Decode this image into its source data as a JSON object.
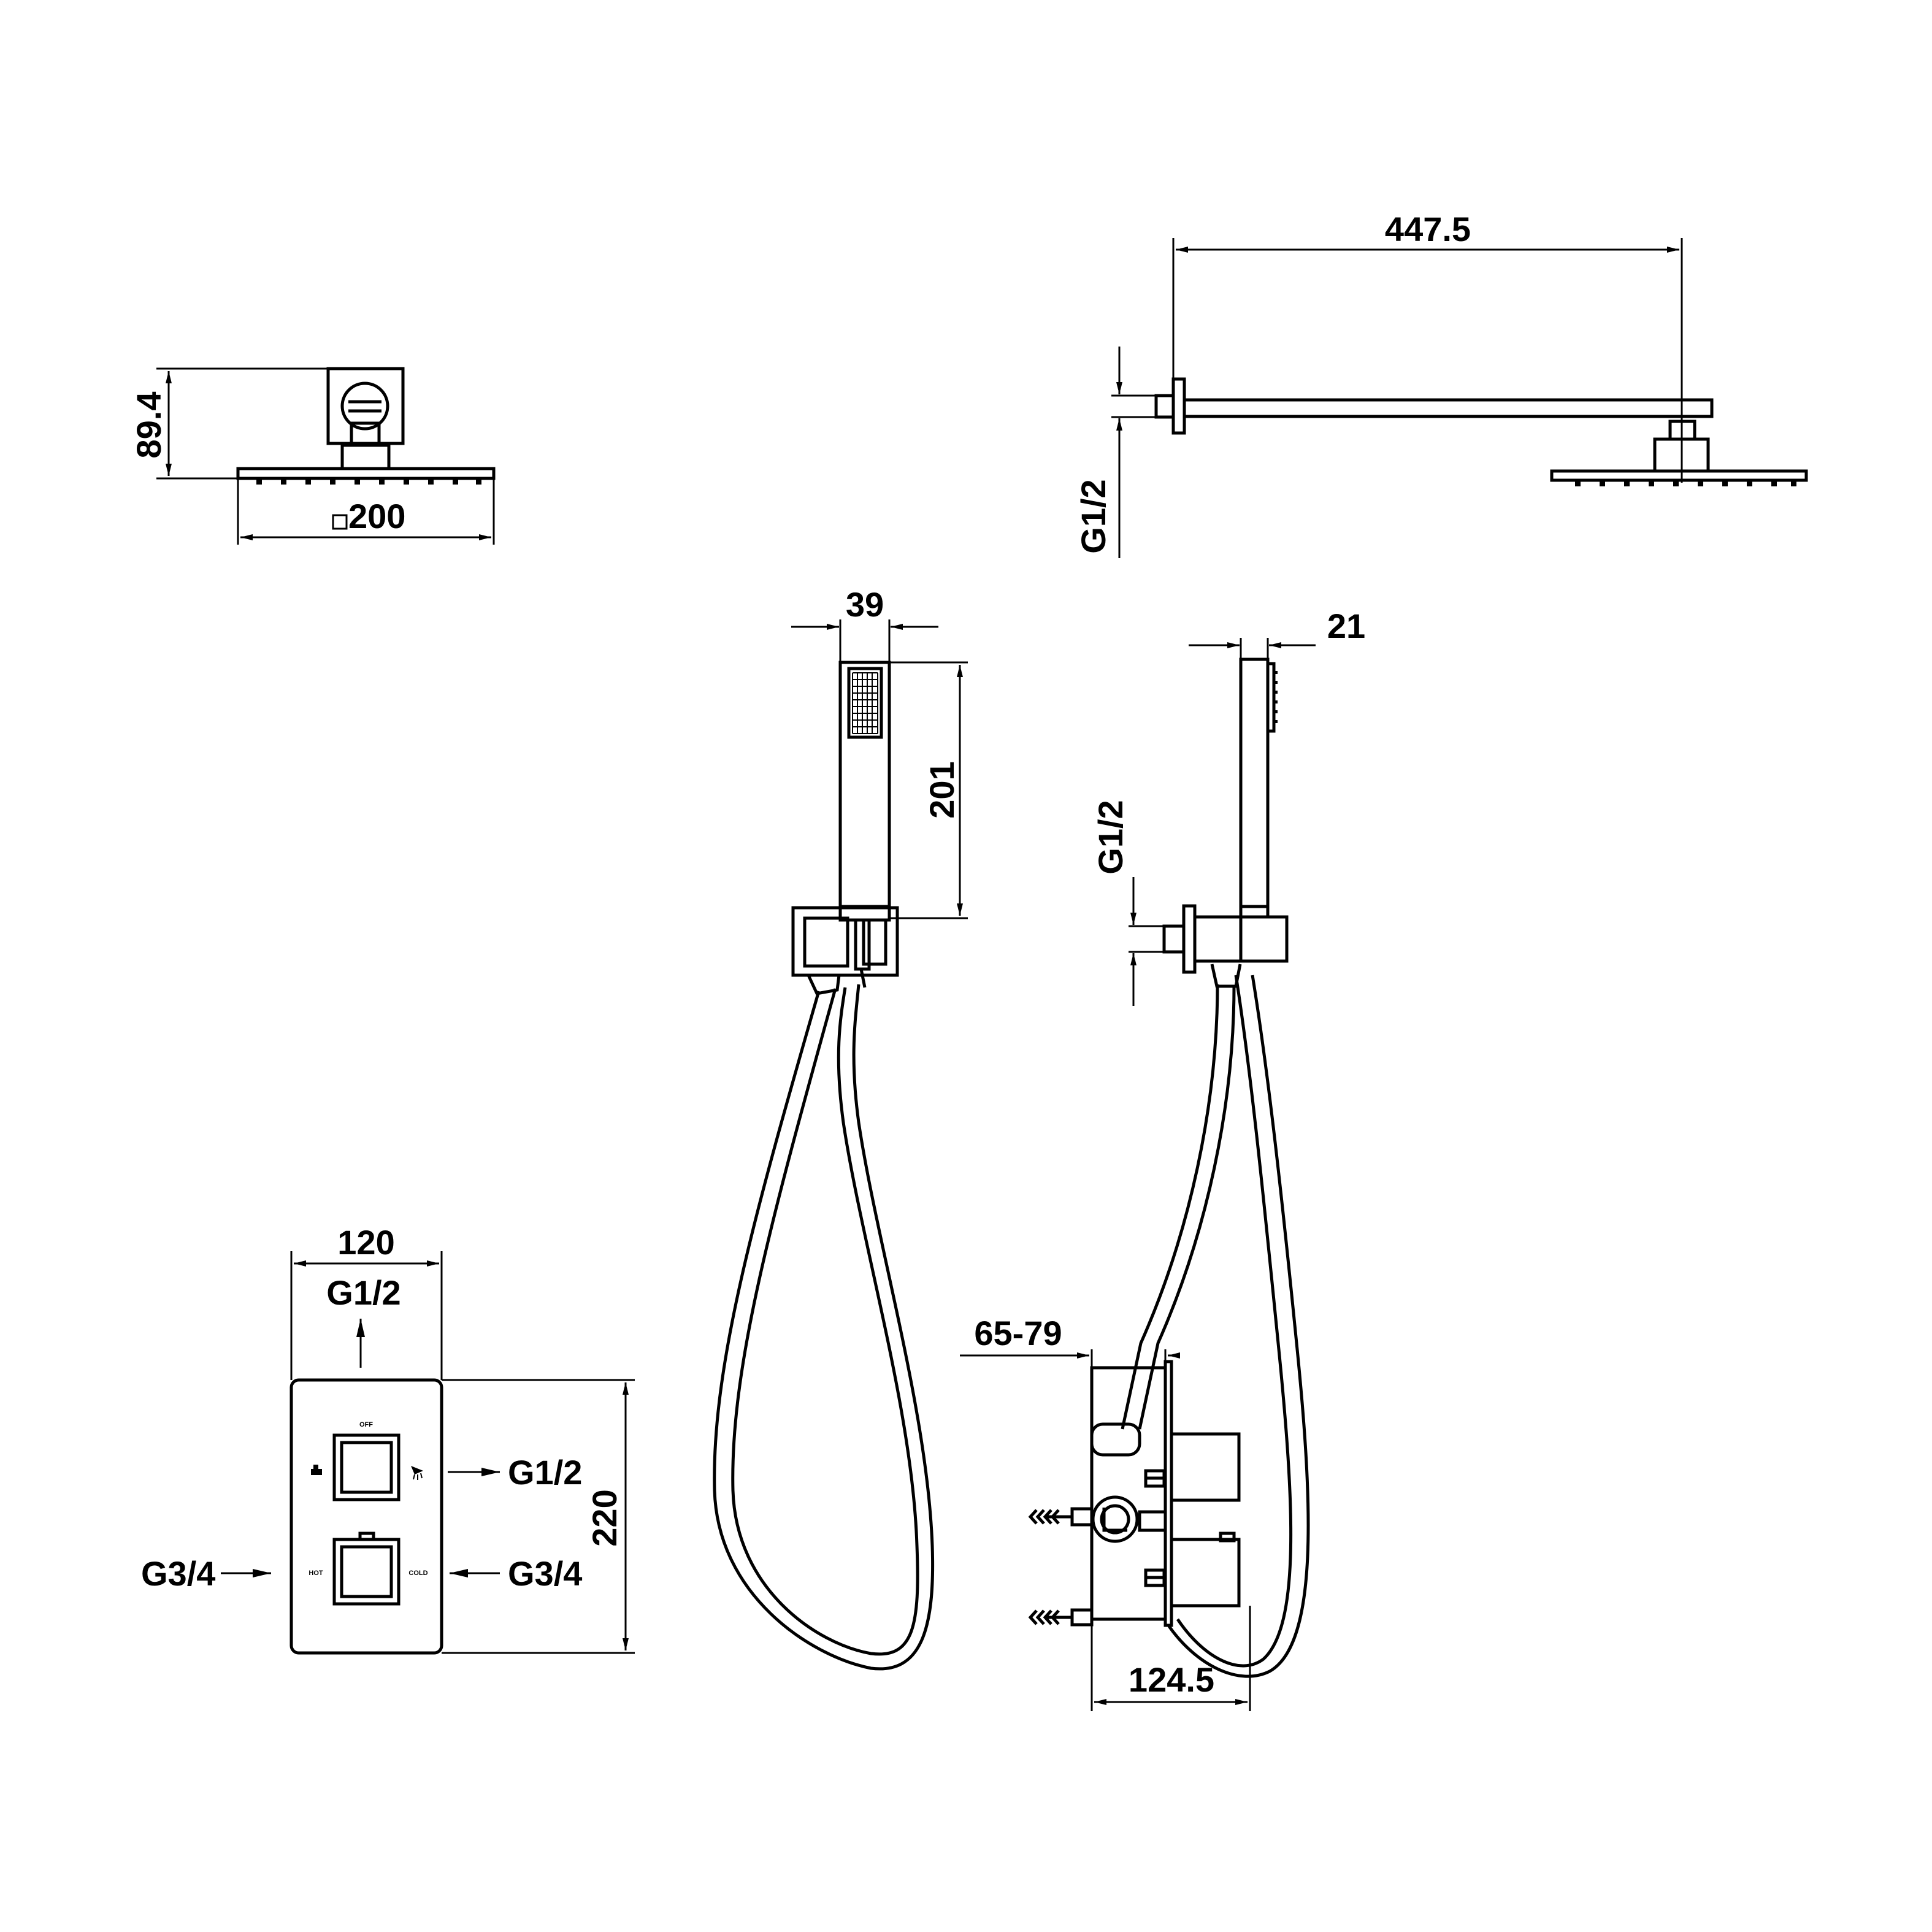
{
  "dimensions": {
    "head_height": "89.4",
    "head_size_symbol": "□",
    "head_size": "200",
    "arm_length": "447.5",
    "arm_thread": "G1/2",
    "hand_width": "39",
    "hand_length": "201",
    "hand_depth": "21",
    "elbow_thread": "G1/2",
    "plate_width": "120",
    "plate_height": "220",
    "outlet_top": "G1/2",
    "outlet_right": "G1/2",
    "inlet_left": "G3/4",
    "inlet_right": "G3/4",
    "install_depth": "65-79",
    "valve_depth": "124.5"
  },
  "plate_labels": {
    "off": "OFF",
    "hot": "HOT",
    "cold": "COLD"
  }
}
